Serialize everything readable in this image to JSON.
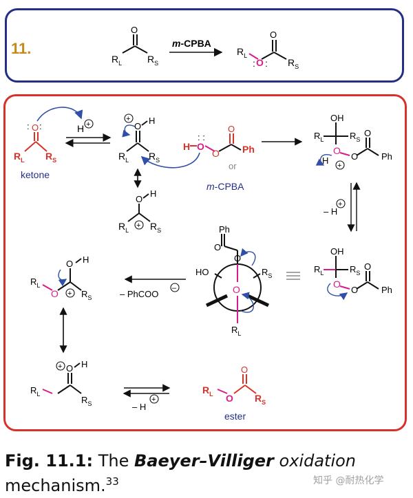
{
  "step_number": "11.",
  "top_reaction": {
    "reactant_label": "O",
    "R_L": "R",
    "L_sub": "L",
    "R_S": "R",
    "S_sub": "S",
    "reagent_italic": "m",
    "reagent_rest": "-CPBA",
    "product_O": "O"
  },
  "mechanism": {
    "ketone_label": "ketone",
    "mcpba_label_italic": "m",
    "mcpba_label_rest": "-CPBA",
    "or_label": "or",
    "ester_label": "ester",
    "ph": "Ph",
    "oh": "OH",
    "ho": "HO",
    "h": "H",
    "o": "O",
    "minus_h": "– H",
    "plus": "+",
    "minus": "–",
    "phcoo": "– PhCOO"
  },
  "colors": {
    "navy": "#232f86",
    "red": "#d8312a",
    "magenta": "#d81b8a",
    "arrow_blue": "#2f4fa8",
    "orange": "#c58a1e"
  },
  "caption": {
    "fig": "Fig. 11.1:",
    "the": "The",
    "name": "Baeyer–Villiger",
    "oxidation": "oxidation",
    "mechanism": "mechanism.",
    "ref": "33"
  },
  "watermark": "知乎 @耐热化学"
}
